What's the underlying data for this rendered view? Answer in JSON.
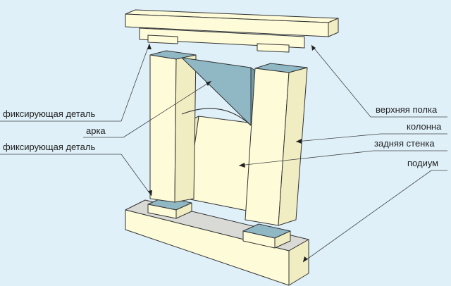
{
  "colors": {
    "background": "#dff0f9",
    "wood": "#fdfbd8",
    "wood_side": "#f3efc4",
    "arch": "#8fb7c4",
    "podium_top": "#d8d8d8"
  },
  "labels": {
    "fixing_part_top": "фиксирующая деталь",
    "arch": "арка",
    "fixing_part_bottom": "фиксирующая деталь",
    "top_shelf": "верхняя полка",
    "column": "колонна",
    "back_wall": "задняя стенка",
    "podium": "подиум"
  }
}
